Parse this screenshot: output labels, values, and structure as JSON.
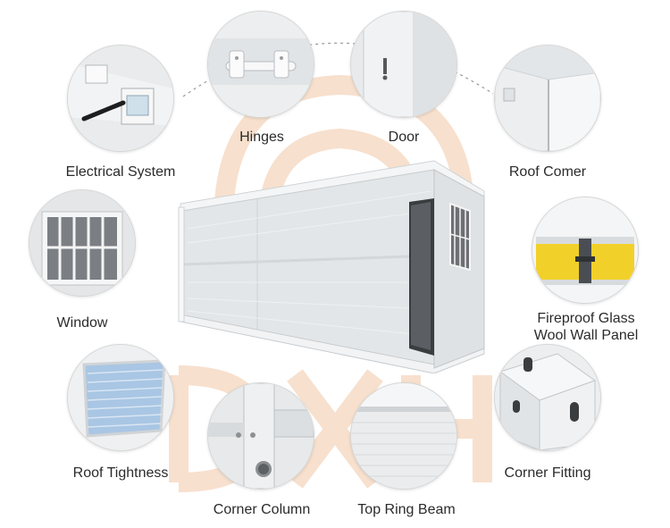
{
  "watermark": "DXH",
  "features": [
    {
      "id": "hinges",
      "label": "Hinges"
    },
    {
      "id": "door",
      "label": "Door"
    },
    {
      "id": "electrical",
      "label": "Electrical System"
    },
    {
      "id": "roof-corner",
      "label": "Roof Comer"
    },
    {
      "id": "window",
      "label": "Window"
    },
    {
      "id": "fireproof",
      "label_line1": "Fireproof Glass",
      "label_line2": "Wool Wall Panel"
    },
    {
      "id": "roof-tightness",
      "label": "Roof Tightness"
    },
    {
      "id": "corner-fitting",
      "label": "Corner Fitting"
    },
    {
      "id": "corner-column",
      "label": "Corner Column"
    },
    {
      "id": "top-ring-beam",
      "label": "Top Ring Beam"
    }
  ],
  "colors": {
    "watermark": "#f2c7a6",
    "panel": "#e9ecee",
    "frame": "#f7f8f9",
    "insulation": "#f2d02a"
  }
}
